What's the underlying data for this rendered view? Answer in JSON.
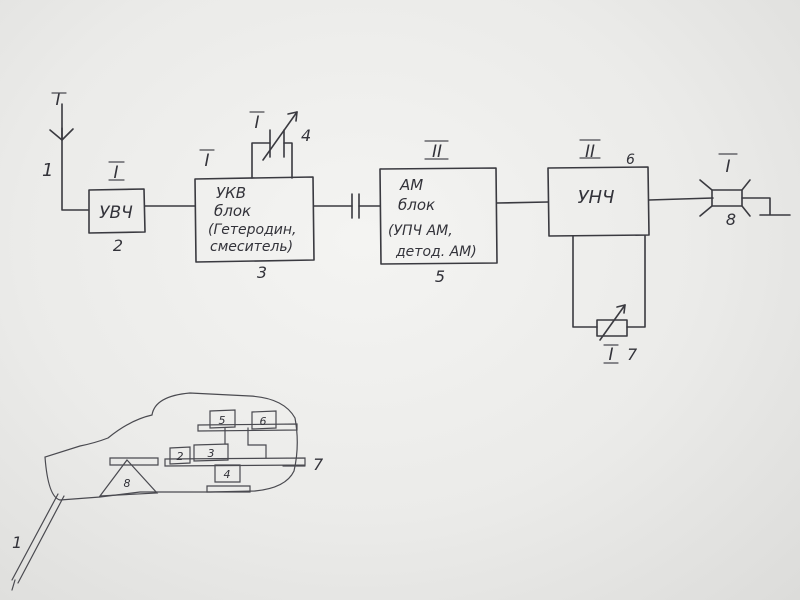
{
  "blocks": {
    "uvch": {
      "label": "УВЧ",
      "number": "2",
      "group": "I"
    },
    "ukv": {
      "lines": [
        "УКВ",
        "блок",
        "(Гетеродин,",
        "смеситель)"
      ],
      "number": "3",
      "group": "I"
    },
    "am": {
      "lines": [
        "АМ",
        "блок",
        "(УПЧ АМ,",
        "детод. АМ)"
      ],
      "number": "5",
      "group": "II"
    },
    "unch": {
      "label": "УНЧ",
      "number": "6",
      "group": "II"
    }
  },
  "antenna": {
    "number": "1",
    "group": "I"
  },
  "tuning_cap": {
    "number": "4",
    "group": "I"
  },
  "volume_resistor": {
    "number": "7",
    "group": "I"
  },
  "speaker": {
    "number": "8",
    "group": "I"
  },
  "layout_sketch": {
    "numbers": [
      "1",
      "2",
      "3",
      "4",
      "5",
      "6",
      "7",
      "8"
    ]
  }
}
